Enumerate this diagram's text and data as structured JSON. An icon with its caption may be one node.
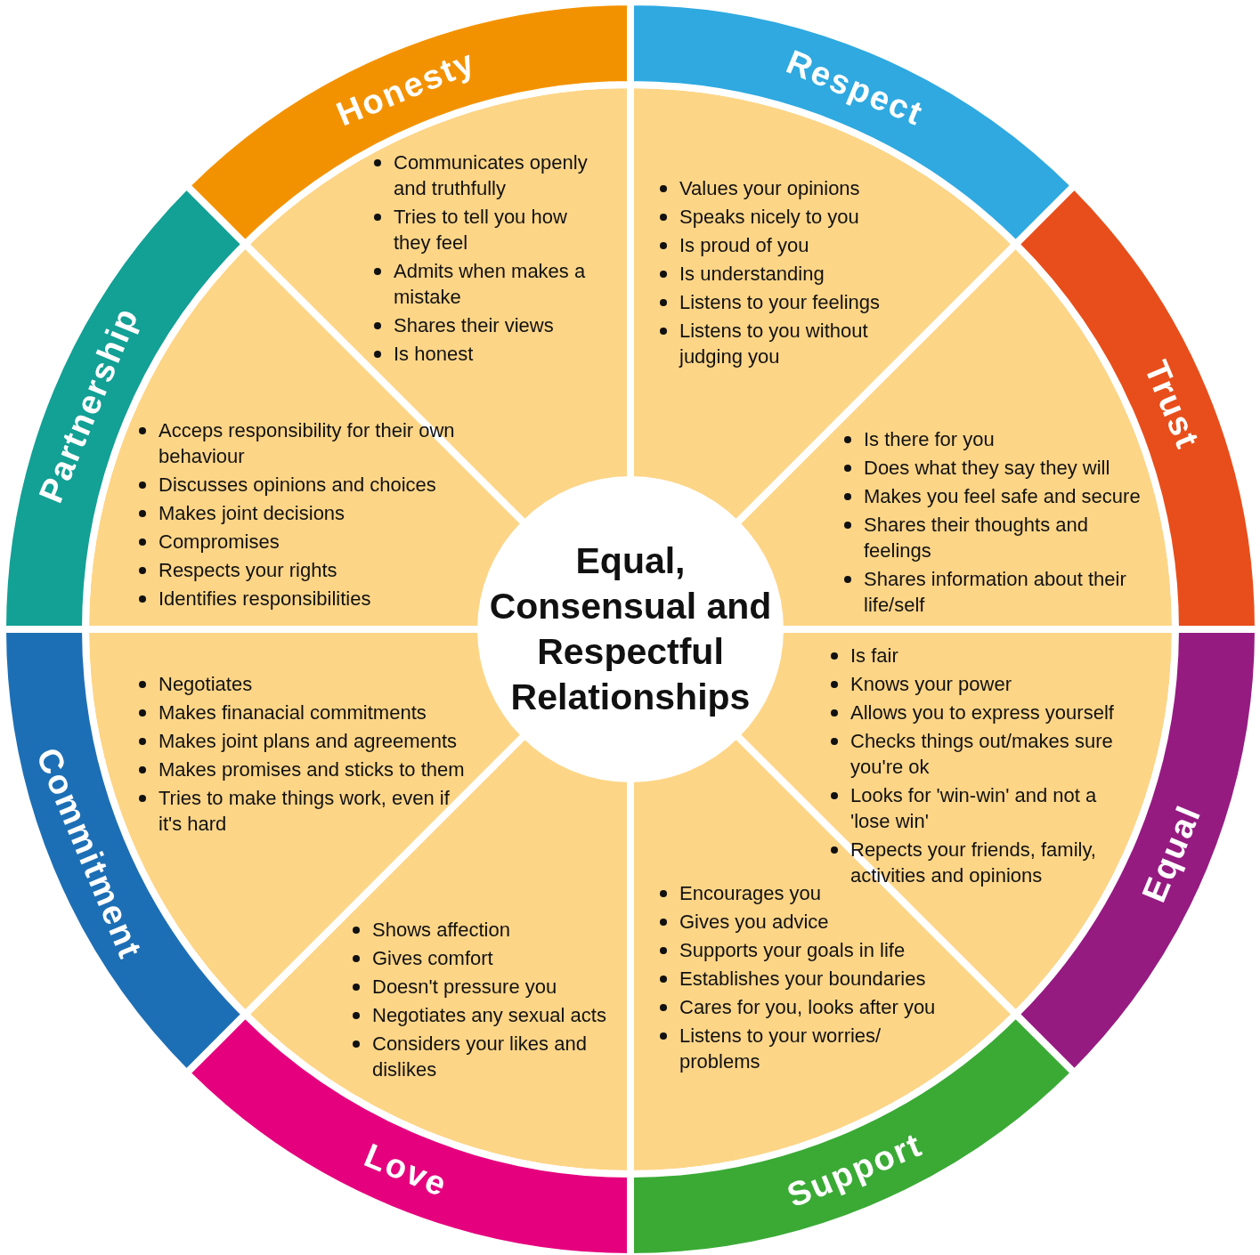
{
  "diagram": {
    "nodes": [
      {
        "text": [
          "Equal, Consensual and Respectful Relationships"
        ]
      },
      {
        "text": [
          "Honesty",
          "Communicates openly and truthfully",
          "Tries to tell you how they feel",
          "Admits when makes a mistake",
          "Shares their views",
          "Is honest"
        ]
      },
      {
        "text": [
          "Respect",
          "Values your opinions",
          "Speaks nicely to you",
          "Is proud of you",
          "Is understanding",
          "Listens to your feelings",
          "Listens to you without judging you"
        ]
      },
      {
        "text": [
          "Trust",
          "Is there for you",
          "Does what they say they will",
          "Makes you feel safe and secure",
          "Shares their thoughts and feelings",
          "Shares information about their life/self"
        ]
      },
      {
        "text": [
          "Equal",
          "Is fair",
          "Knows your power",
          "Allows you to express yourself",
          "Checks things out/makes sure you're ok",
          "Looks for 'win-win' and not a 'lose win'",
          "Repects your friends, family, activities and opinions"
        ]
      },
      {
        "text": [
          "Support",
          "Encourages you",
          "Gives you advice",
          "Supports your goals in life",
          "Establishes your boundaries",
          "Cares for you, looks after you",
          "Listens to your worries/ problems"
        ]
      },
      {
        "text": [
          "Love",
          "Shows affection",
          "Gives comfort",
          "Doesn't pressure you",
          "Negotiates any sexual acts",
          "Considers your likes and dislikes"
        ]
      },
      {
        "text": [
          "Commitment",
          "Negotiates",
          "Makes finanacial commitments",
          "Makes joint plans and agreements",
          "Makes promises and sticks to them",
          "Tries to make things work, even if it's hard"
        ]
      },
      {
        "text": [
          "Partnership",
          "Acceps responsibility for their own behaviour",
          "Discusses opinions and choices",
          "Makes joint decisions",
          "Compromises",
          "Respects your rights",
          "Identifies responsibilities"
        ]
      }
    ]
  }
}
